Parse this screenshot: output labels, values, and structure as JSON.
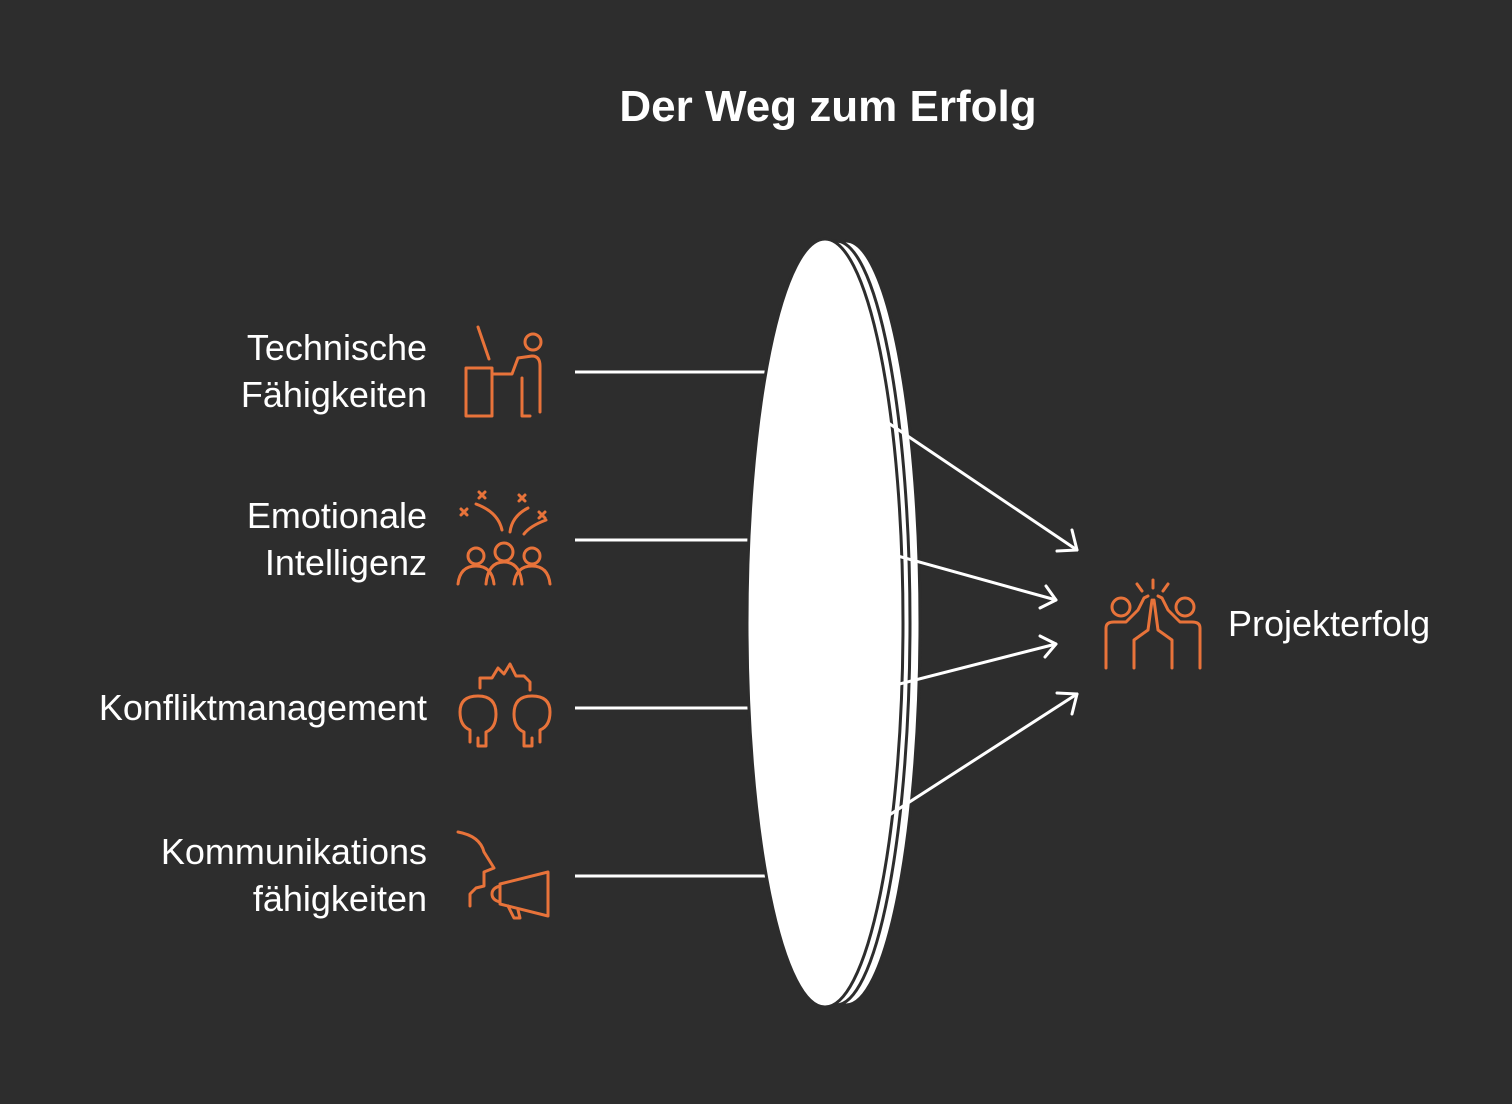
{
  "title": "Der Weg zum Erfolg",
  "inputs": [
    {
      "line1": "Technische",
      "line2": "Fähigkeiten",
      "icon": "presenter-at-desk-icon"
    },
    {
      "line1": "Emotionale",
      "line2": "Intelligenz",
      "icon": "celebrating-group-icon"
    },
    {
      "line1": "Konfliktmanagement",
      "line2": "",
      "icon": "conflict-heads-icon"
    },
    {
      "line1": "Kommunikations",
      "line2": "fähigkeiten",
      "icon": "megaphone-speaker-icon"
    }
  ],
  "output": {
    "label": "Projekterfolg",
    "icon": "high-five-icon"
  },
  "colors": {
    "background": "#2d2d2d",
    "accent": "#e8733a",
    "lines": "#ffffff"
  }
}
